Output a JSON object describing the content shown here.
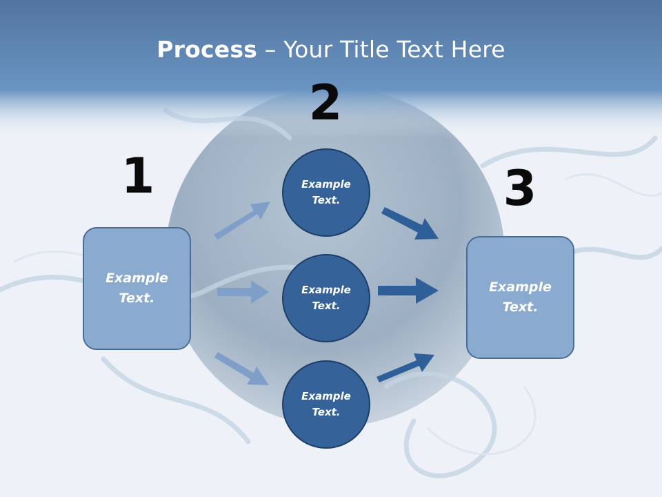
{
  "title": {
    "bold": "Process",
    "rest": " – Your Title Text Here"
  },
  "steps": {
    "one": "1",
    "two": "2",
    "three": "3"
  },
  "left_box": {
    "text": "Example\nText."
  },
  "right_box": {
    "text": "Example\nText."
  },
  "circles": [
    {
      "text": "Example\nText."
    },
    {
      "text": "Example\nText."
    },
    {
      "text": "Example\nText."
    }
  ],
  "colors": {
    "header": "#5d88b8",
    "box_fill": "#8aaad0",
    "circle_fill": "#356399",
    "arrow_light": "#7f9fc8",
    "arrow_dark": "#2f5f98"
  }
}
